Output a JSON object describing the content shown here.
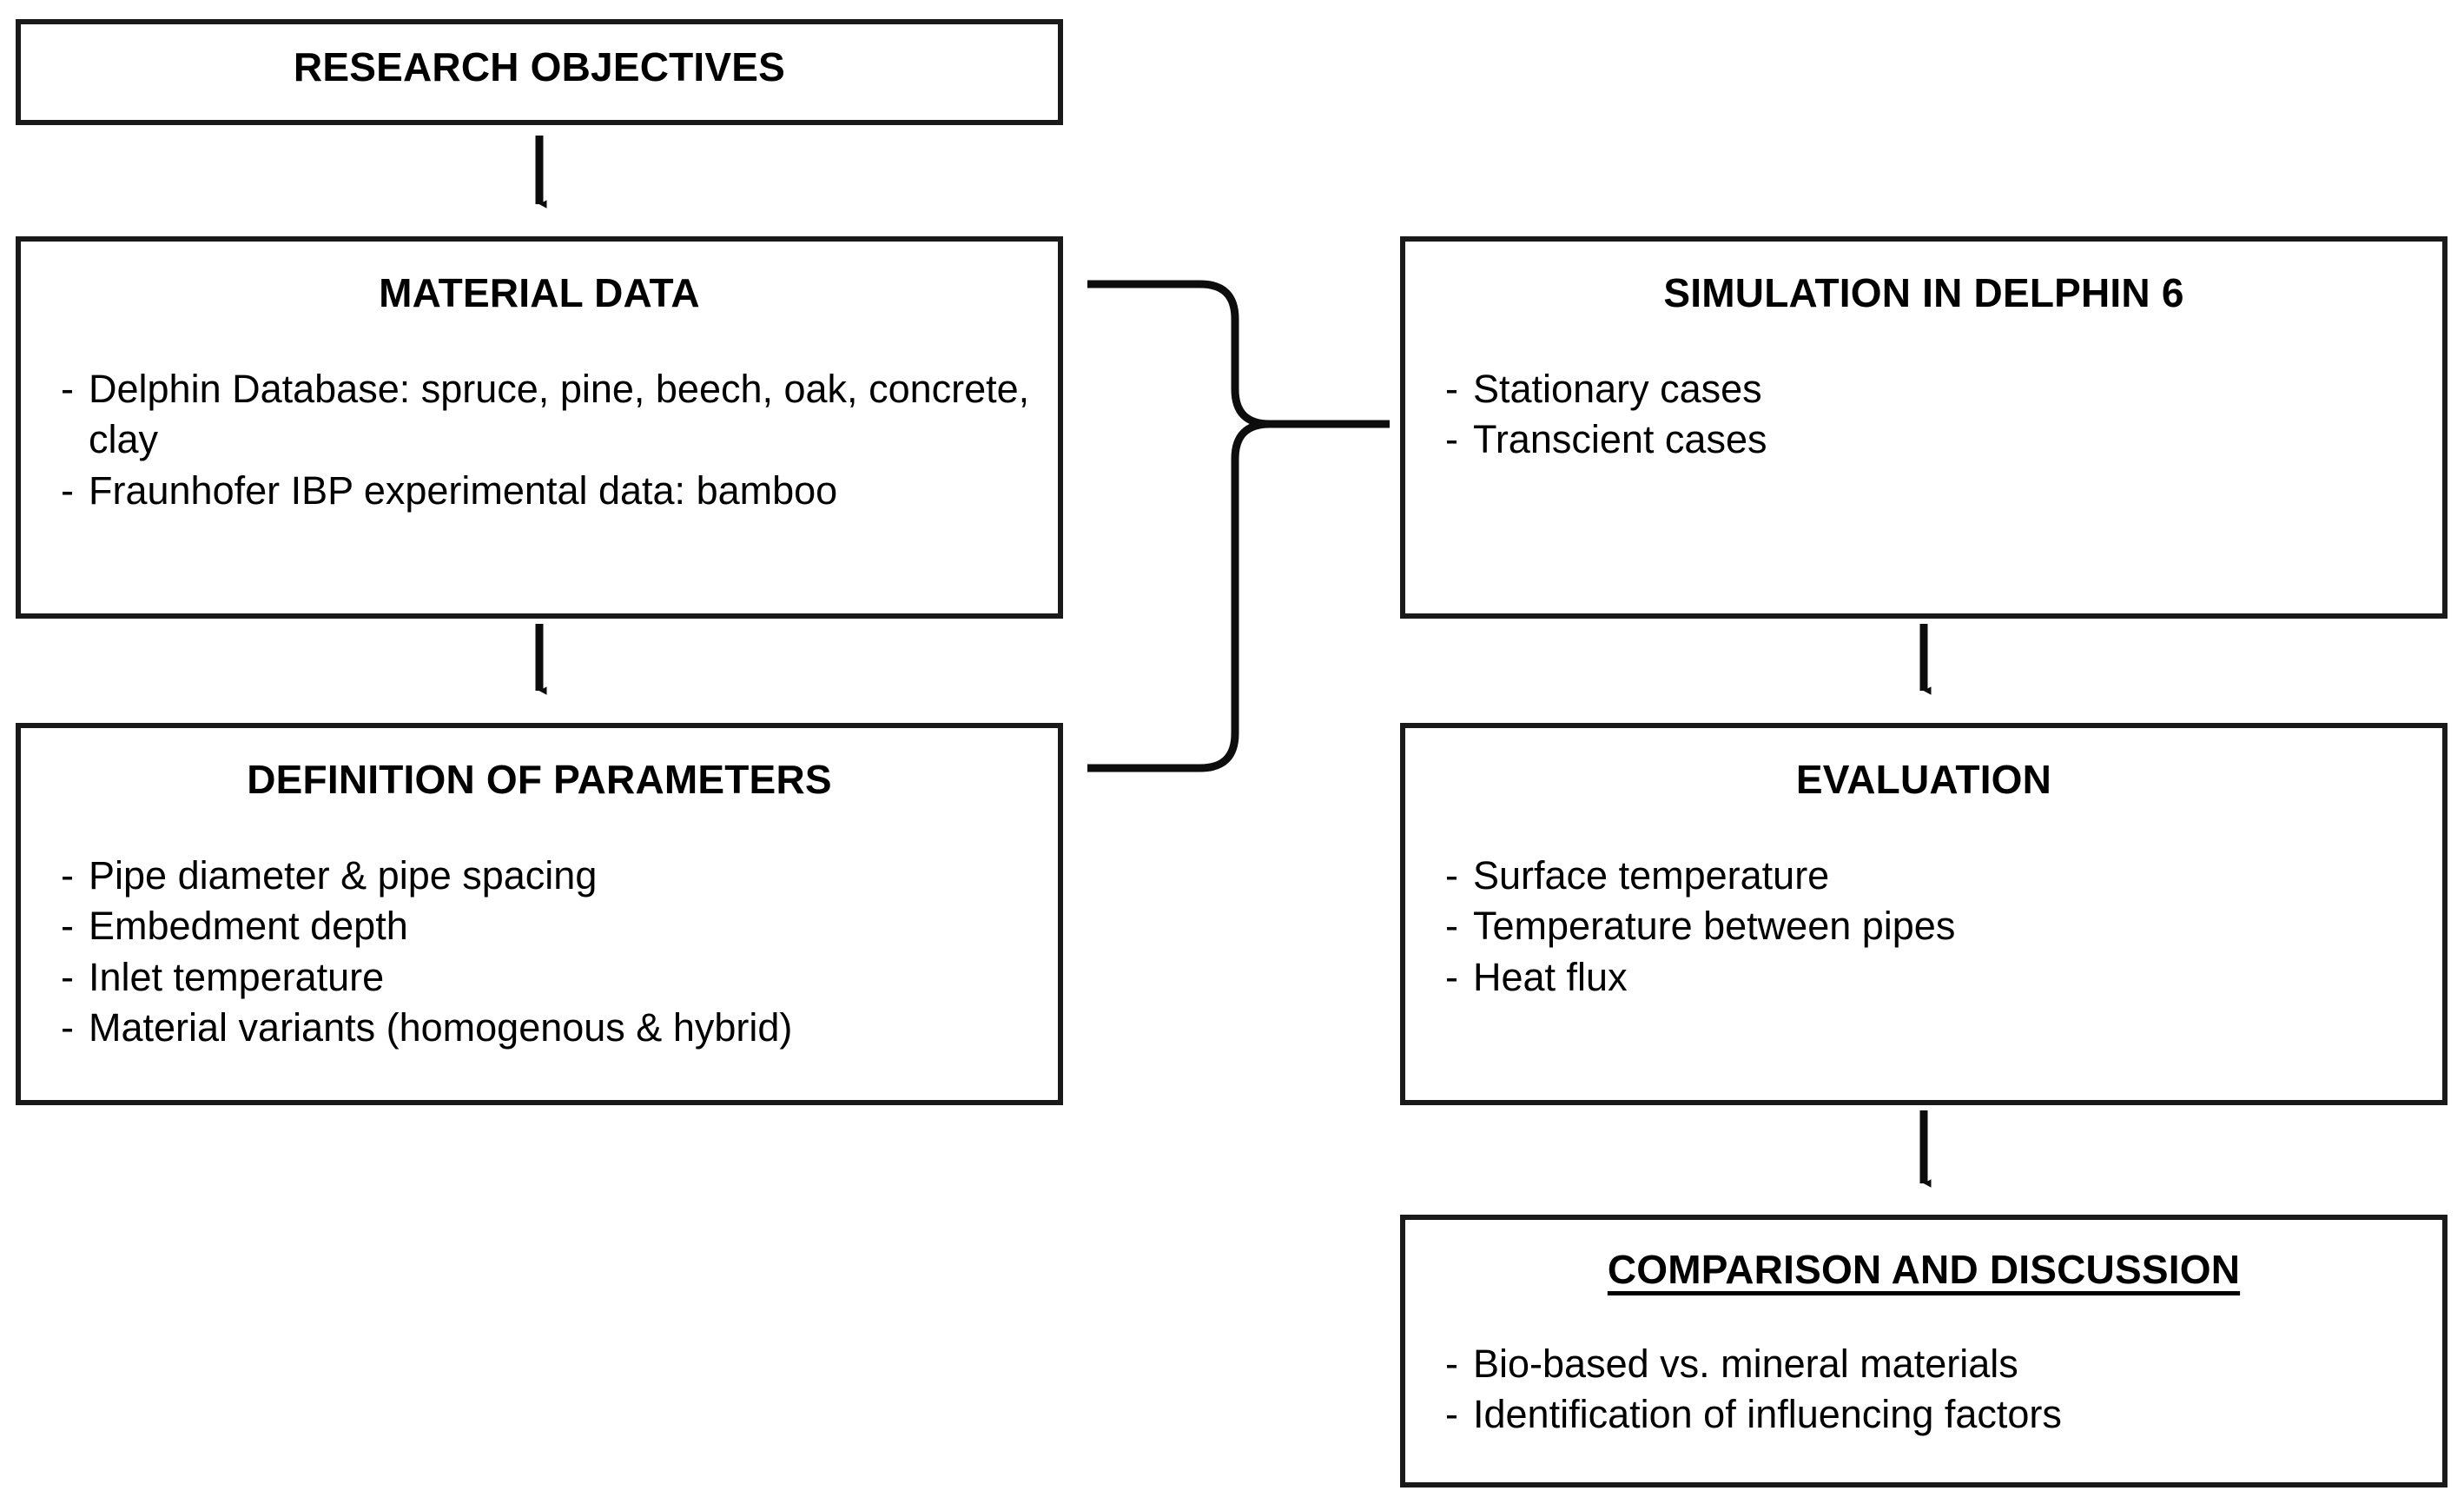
{
  "diagram": {
    "title": "Research methodology flowchart",
    "colors": {
      "stroke": "#1a1a1a",
      "background": "#ffffff",
      "text": "#000000"
    },
    "nodes": {
      "research_objectives": {
        "title": "RESEARCH OBJECTIVES",
        "items": []
      },
      "material_data": {
        "title": "MATERIAL DATA",
        "items": [
          "Delphin Database: spruce, pine, beech, oak, concrete, clay",
          "Fraunhofer IBP experimental data: bamboo"
        ]
      },
      "definition_of_parameters": {
        "title": "DEFINITION OF PARAMETERS",
        "items": [
          "Pipe diameter & pipe spacing",
          "Embedment depth",
          "Inlet temperature",
          "Material variants (homogenous & hybrid)"
        ]
      },
      "simulation": {
        "title": "SIMULATION IN DELPHIN 6",
        "items": [
          "Stationary cases",
          "Transcient cases"
        ]
      },
      "evaluation": {
        "title": "EVALUATION",
        "items": [
          "Surface temperature",
          "Temperature between pipes",
          "Heat flux"
        ]
      },
      "comparison": {
        "title": "COMPARISON AND DISCUSSION",
        "items": [
          "Bio-based vs. mineral materials",
          "Identification of influencing factors"
        ]
      }
    },
    "connectors": [
      {
        "name": "arrow-research-objectives-to-material-data",
        "from": "research_objectives",
        "to": "material_data",
        "kind": "arrow-down"
      },
      {
        "name": "arrow-material-data-to-definition-of-parameters",
        "from": "material_data",
        "to": "definition_of_parameters",
        "kind": "arrow-down"
      },
      {
        "name": "brace-left-column-to-simulation",
        "from": "material_data+definition_of_parameters",
        "to": "simulation",
        "kind": "merge-brace-arrow-right"
      },
      {
        "name": "arrow-simulation-to-evaluation",
        "from": "simulation",
        "to": "evaluation",
        "kind": "arrow-down"
      },
      {
        "name": "arrow-evaluation-to-comparison",
        "from": "evaluation",
        "to": "comparison",
        "kind": "arrow-down"
      }
    ]
  }
}
